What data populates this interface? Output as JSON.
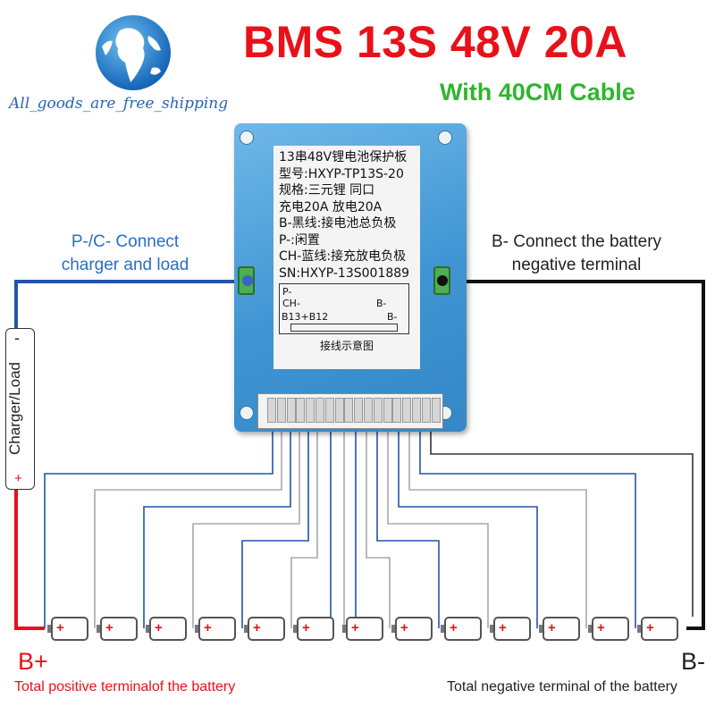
{
  "header": {
    "title": "BMS 13S 48V 20A",
    "subtitle": "With 40CM Cable",
    "shipping_text": "All_goods_are_free_shipping"
  },
  "labels": {
    "pc_line1": "P-/C- Connect",
    "pc_line2": "charger and load",
    "b_line1": "B- Connect the battery",
    "b_line2": "negative terminal",
    "charger_load": "Charger/Load",
    "load_minus": "-",
    "load_plus": "+",
    "b_plus": "B+",
    "b_minus": "B-",
    "total_positive": "Total positive terminalof the battery",
    "total_negative": "Total negative terminal of the battery"
  },
  "sticker": {
    "lines": [
      "13串48V锂电池保护板",
      "型号:HXYP-TP13S-20",
      "规格:三元锂 同口",
      "充电20A  放电20A",
      "B-黑线:接电池总负极",
      "P-:闲置",
      "CH-蓝线:接充放电负极",
      "SN:HXYP-13S001889"
    ],
    "diagram": {
      "p_minus": "P-",
      "ch_minus": "CH-",
      "b_minus": "B-",
      "b13_b12": "B13+B12",
      "b_minus_bottom": "B-",
      "caption": "接线示意图"
    }
  },
  "battery": {
    "cell_count": 13,
    "cell_plus_symbol": "+"
  },
  "colors": {
    "title": "#e8111a",
    "subtitle": "#2fb52f",
    "blue_wire": "#2255a8",
    "gray_wire": "#a8a8a8",
    "red_wire": "#e8111a",
    "black_wire": "#111111",
    "board": "#3f95d3"
  },
  "icons": {
    "logo": "globe-icon"
  }
}
